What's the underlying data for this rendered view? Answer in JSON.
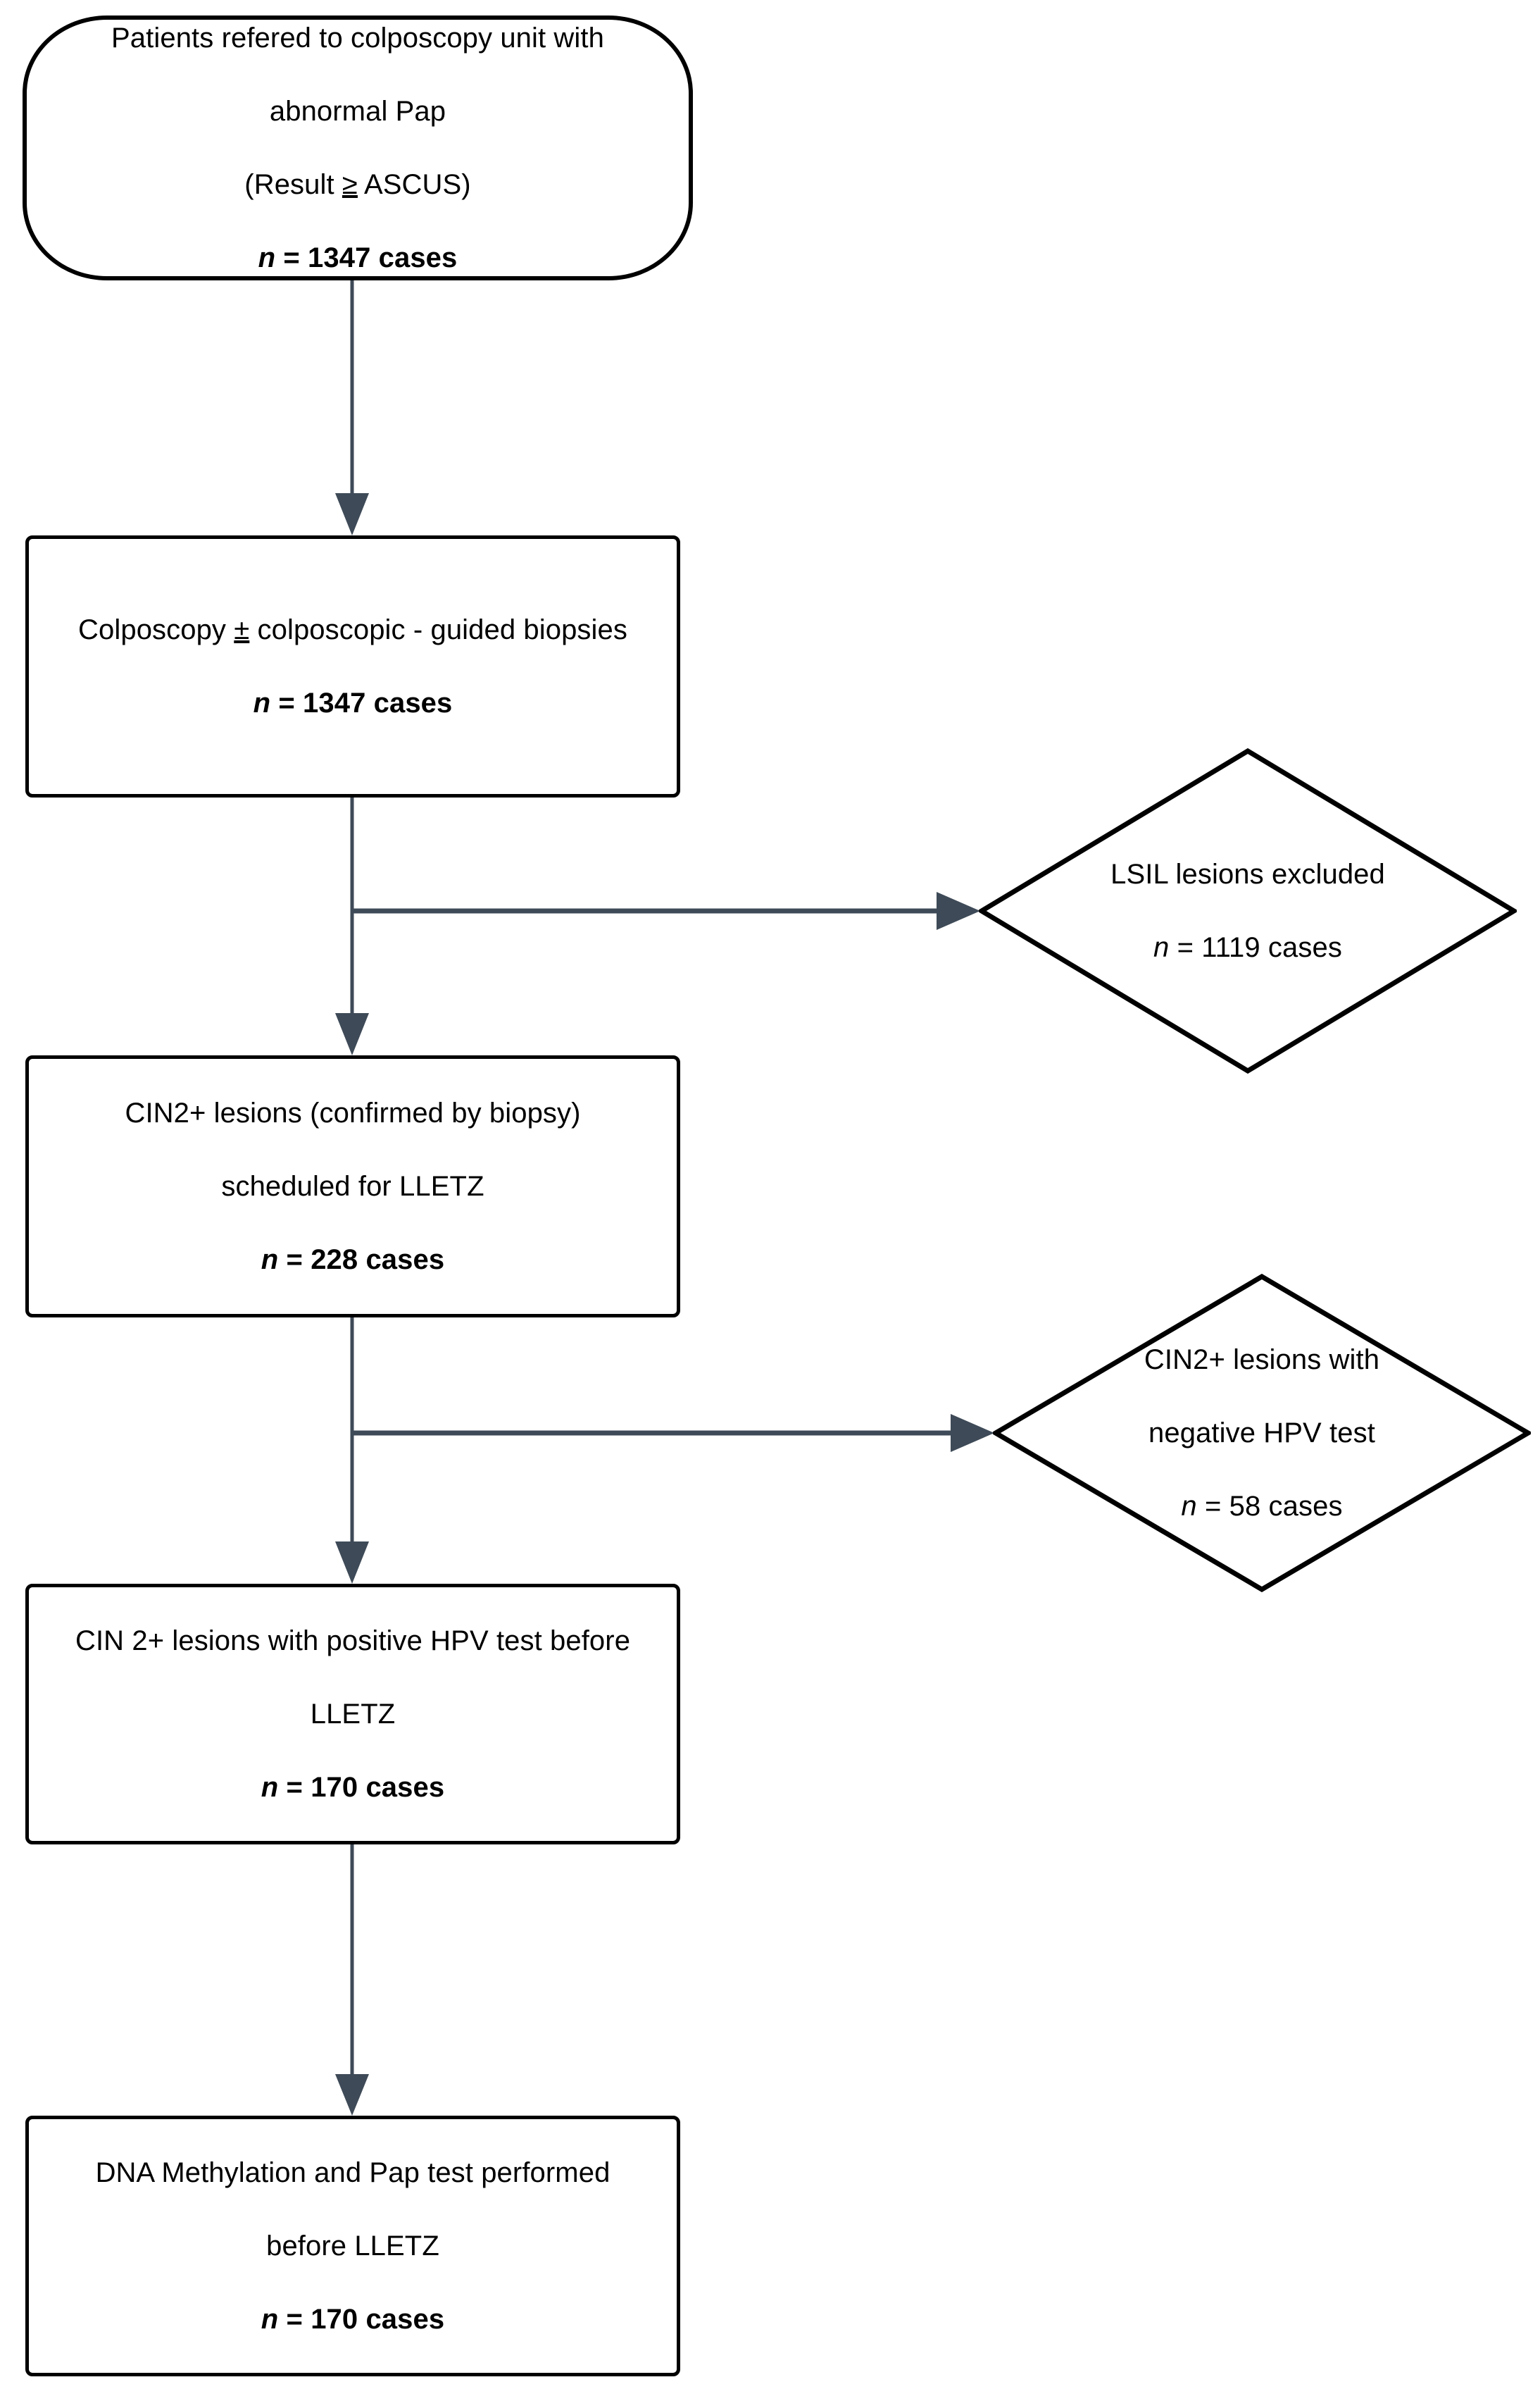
{
  "diagram": {
    "title": "Patient selection flow chart",
    "type": "flowchart",
    "colors": {
      "node_border": "#000000",
      "node_fill": "#ffffff",
      "connector": "#3e4a57",
      "text": "#000000",
      "background": "#ffffff"
    },
    "nodes": [
      {
        "id": "referred",
        "shape": "stadium",
        "lines": [
          "Patients refered to colposcopy unit with",
          "abnormal Pap"
        ],
        "paren_prefix": "(Result ",
        "ge_symbol": "≥",
        "paren_suffix": " ASCUS)",
        "count_n": "n",
        "count_eq": " = ",
        "count_value": "1347",
        "count_unit": " cases"
      },
      {
        "id": "colposcopy",
        "shape": "rect",
        "line_prefix": "Colposcopy ",
        "pm_symbol": "±",
        "line_suffix": " colposcopic - guided biopsies",
        "count_n": "n",
        "count_eq": " = ",
        "count_value": "1347",
        "count_unit": " cases"
      },
      {
        "id": "cin2-scheduled",
        "shape": "rect",
        "lines": [
          "CIN2+ lesions (confirmed by biopsy)",
          "scheduled for LLETZ"
        ],
        "count_n": "n",
        "count_eq": " = ",
        "count_value": "228",
        "count_unit": " cases"
      },
      {
        "id": "cin2-hpv-pos",
        "shape": "rect",
        "lines": [
          "CIN 2+ lesions with positive HPV test before",
          "LLETZ"
        ],
        "count_n": "n",
        "count_eq": " = ",
        "count_value": "170",
        "count_unit": " cases"
      },
      {
        "id": "dna-methylation",
        "shape": "rect",
        "lines": [
          "DNA Methylation and Pap test performed",
          "before LLETZ"
        ],
        "count_n": "n",
        "count_eq": " = ",
        "count_value": "170",
        "count_unit": " cases"
      },
      {
        "id": "lsil-excluded",
        "shape": "diamond",
        "lines": [
          "LSIL lesions excluded"
        ],
        "count_n": "n",
        "count_eq": " = ",
        "count_value": "1119",
        "count_unit": " cases"
      },
      {
        "id": "cin2-hpv-neg",
        "shape": "diamond",
        "lines": [
          "CIN2+ lesions with",
          "negative HPV test"
        ],
        "count_n": "n",
        "count_eq": " = ",
        "count_value": "58",
        "count_unit": " cases"
      }
    ],
    "edges": [
      {
        "id": "edge-referred-to-colposcopy",
        "from": "referred",
        "to": "colposcopy",
        "direction": "down",
        "label": ""
      },
      {
        "id": "edge-colposcopy-to-cin2",
        "from": "colposcopy",
        "to": "cin2-scheduled",
        "direction": "down",
        "label": ""
      },
      {
        "id": "edge-colposcopy-to-lsil",
        "from": "colposcopy",
        "to": "lsil-excluded",
        "direction": "right",
        "label": ""
      },
      {
        "id": "edge-cin2-to-hpvpos",
        "from": "cin2-scheduled",
        "to": "cin2-hpv-pos",
        "direction": "down",
        "label": ""
      },
      {
        "id": "edge-cin2-to-hpvneg",
        "from": "cin2-scheduled",
        "to": "cin2-hpv-neg",
        "direction": "right",
        "label": ""
      },
      {
        "id": "edge-hpvpos-to-dna",
        "from": "cin2-hpv-pos",
        "to": "dna-methylation",
        "direction": "down",
        "label": ""
      }
    ]
  },
  "text": {
    "node_referred": {
      "line1": "Patients refered to colposcopy unit with",
      "line2": "abnormal Pap",
      "line3_prefix": "(Result ",
      "line3_ge": "≥",
      "line3_suffix": " ASCUS)",
      "n_italic": "n",
      "n_rest": " = 1347 cases"
    },
    "node_colposcopy": {
      "line1_prefix": "Colposcopy ",
      "line1_pm": "±",
      "line1_suffix": " colposcopic - guided biopsies",
      "n_italic": "n",
      "n_rest": " = 1347 cases"
    },
    "node_cin2_scheduled": {
      "line1": "CIN2+ lesions (confirmed by biopsy)",
      "line2": "scheduled for LLETZ",
      "n_italic": "n",
      "n_rest": " = 228 cases"
    },
    "node_cin2_hpv_pos": {
      "line1": "CIN 2+ lesions with positive HPV test before",
      "line2": "LLETZ",
      "n_italic": "n",
      "n_rest": " = 170 cases"
    },
    "node_dna_methylation": {
      "line1": "DNA Methylation and Pap test performed",
      "line2": "before LLETZ",
      "n_italic": "n",
      "n_rest": " = 170 cases"
    },
    "node_lsil_excluded": {
      "line1": "LSIL lesions excluded",
      "n_italic": "n",
      "n_rest": " = 1119 cases"
    },
    "node_cin2_hpv_neg": {
      "line1": "CIN2+ lesions with",
      "line2": "negative HPV test",
      "n_italic": "n",
      "n_rest": " = 58 cases"
    }
  }
}
